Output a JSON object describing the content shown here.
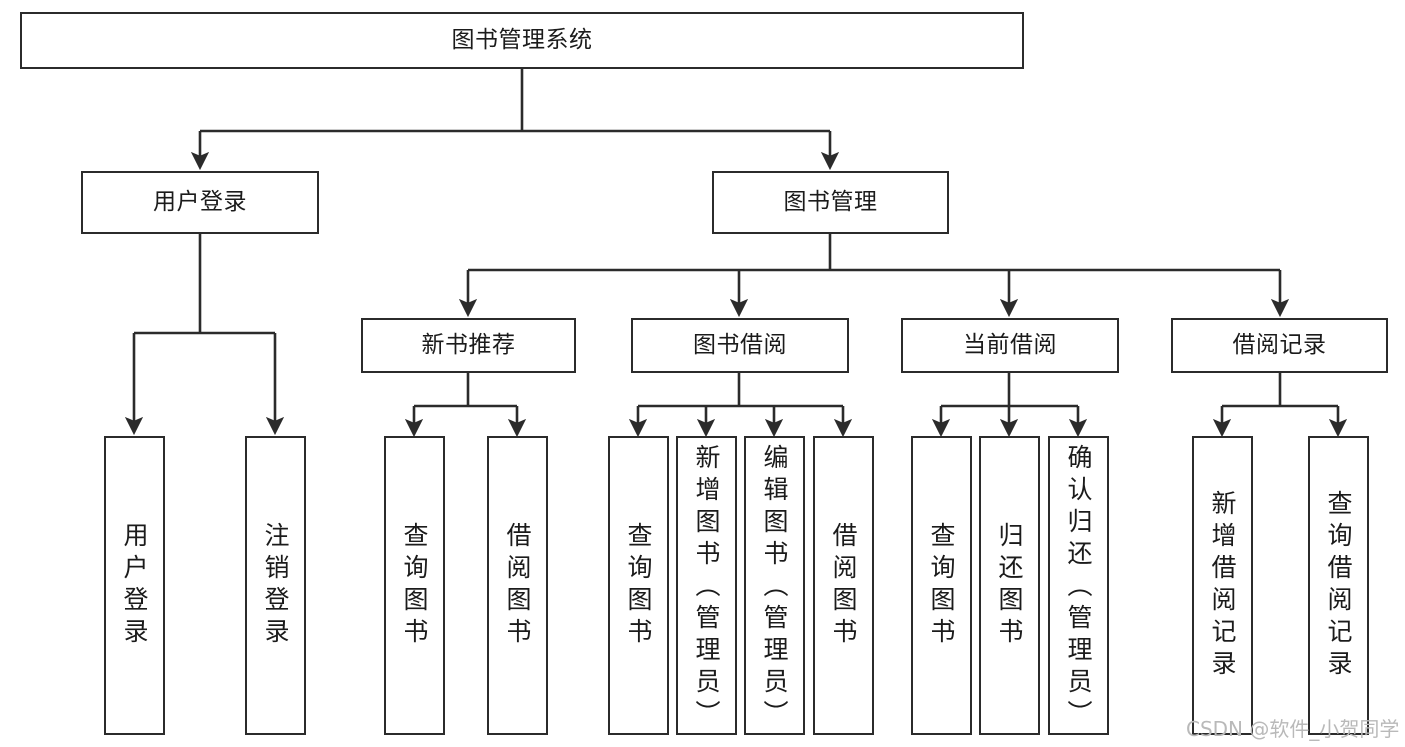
{
  "diagram": {
    "title": "图书管理系统",
    "type": "tree-hierarchy-diagram",
    "colors": {
      "stroke": "#2b2b2b",
      "fill": "#ffffff",
      "text": "#1b1b1b",
      "watermark": "#b9b9b9"
    },
    "root": {
      "label": "图书管理系统"
    },
    "level1": [
      {
        "label": "用户登录"
      },
      {
        "label": "图书管理"
      }
    ],
    "level2": [
      {
        "label": "新书推荐"
      },
      {
        "label": "图书借阅"
      },
      {
        "label": "当前借阅"
      },
      {
        "label": "借阅记录"
      }
    ],
    "leaves": {
      "user_login": [
        {
          "label": "用户登录"
        },
        {
          "label": "注销登录"
        }
      ],
      "new_book_recommend": [
        {
          "label": "查询图书"
        },
        {
          "label": "借阅图书"
        }
      ],
      "book_borrow": [
        {
          "label": "查询图书"
        },
        {
          "label": "新增图书（管理员）"
        },
        {
          "label": "编辑图书（管理员）"
        },
        {
          "label": "借阅图书"
        }
      ],
      "current_borrow": [
        {
          "label": "查询图书"
        },
        {
          "label": "归还图书"
        },
        {
          "label": "确认归还（管理员）"
        }
      ],
      "borrow_records": [
        {
          "label": "新增借阅记录"
        },
        {
          "label": "查询借阅记录"
        }
      ]
    },
    "watermark": "CSDN @软件_小贺同学"
  }
}
